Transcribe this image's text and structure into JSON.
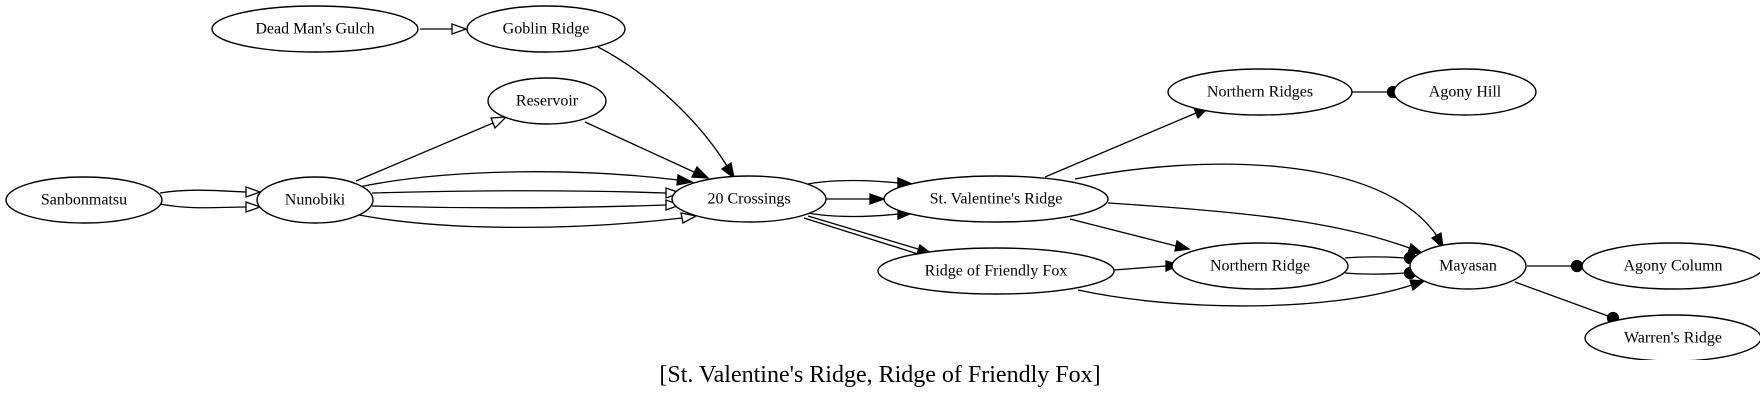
{
  "caption": "[St. Valentine's Ridge, Ridge of Friendly Fox]",
  "nodes": [
    {
      "id": "dead_mans_gulch",
      "label": "Dead Man's Gulch"
    },
    {
      "id": "goblin_ridge",
      "label": "Goblin Ridge"
    },
    {
      "id": "reservoir",
      "label": "Reservoir"
    },
    {
      "id": "sanbonmatsu",
      "label": "Sanbonmatsu"
    },
    {
      "id": "nunobiki",
      "label": "Nunobiki"
    },
    {
      "id": "crossings_20",
      "label": "20 Crossings"
    },
    {
      "id": "st_valentines_ridge",
      "label": "St. Valentine's Ridge"
    },
    {
      "id": "ridge_of_friendly_fox",
      "label": "Ridge of Friendly Fox"
    },
    {
      "id": "northern_ridges",
      "label": "Northern Ridges"
    },
    {
      "id": "agony_hill",
      "label": "Agony Hill"
    },
    {
      "id": "northern_ridge",
      "label": "Northern Ridge"
    },
    {
      "id": "mayasan",
      "label": "Mayasan"
    },
    {
      "id": "agony_column",
      "label": "Agony Column"
    },
    {
      "id": "warrens_ridge",
      "label": "Warren's Ridge"
    }
  ],
  "edges": [
    {
      "from": "dead_mans_gulch",
      "to": "goblin_ridge",
      "head": "open-arrow"
    },
    {
      "from": "goblin_ridge",
      "to": "crossings_20",
      "head": "arrow"
    },
    {
      "from": "reservoir",
      "to": "crossings_20",
      "head": "arrow"
    },
    {
      "from": "nunobiki",
      "to": "reservoir",
      "head": "open-arrow"
    },
    {
      "from": "sanbonmatsu",
      "to": "nunobiki",
      "head": "open-arrow"
    },
    {
      "from": "sanbonmatsu",
      "to": "nunobiki",
      "head": "open-arrow"
    },
    {
      "from": "nunobiki",
      "to": "crossings_20",
      "head": "arrow"
    },
    {
      "from": "nunobiki",
      "to": "crossings_20",
      "head": "open-arrow"
    },
    {
      "from": "nunobiki",
      "to": "crossings_20",
      "head": "open-arrow"
    },
    {
      "from": "nunobiki",
      "to": "crossings_20",
      "head": "open-arrow"
    },
    {
      "from": "crossings_20",
      "to": "st_valentines_ridge",
      "head": "arrow"
    },
    {
      "from": "crossings_20",
      "to": "st_valentines_ridge",
      "head": "arrow"
    },
    {
      "from": "crossings_20",
      "to": "st_valentines_ridge",
      "head": "arrow"
    },
    {
      "from": "crossings_20",
      "to": "ridge_of_friendly_fox",
      "head": "arrow"
    },
    {
      "from": "crossings_20",
      "to": "ridge_of_friendly_fox",
      "head": "arrow"
    },
    {
      "from": "st_valentines_ridge",
      "to": "northern_ridges",
      "head": "arrow"
    },
    {
      "from": "northern_ridges",
      "to": "agony_hill",
      "head": "dot"
    },
    {
      "from": "st_valentines_ridge",
      "to": "mayasan",
      "head": "arrow"
    },
    {
      "from": "st_valentines_ridge",
      "to": "mayasan",
      "head": "arrow"
    },
    {
      "from": "st_valentines_ridge",
      "to": "northern_ridge",
      "head": "arrow"
    },
    {
      "from": "ridge_of_friendly_fox",
      "to": "northern_ridge",
      "head": "arrow"
    },
    {
      "from": "ridge_of_friendly_fox",
      "to": "mayasan",
      "head": "arrow"
    },
    {
      "from": "northern_ridge",
      "to": "mayasan",
      "head": "dot"
    },
    {
      "from": "northern_ridge",
      "to": "mayasan",
      "head": "dot"
    },
    {
      "from": "mayasan",
      "to": "agony_column",
      "head": "dot"
    },
    {
      "from": "mayasan",
      "to": "warrens_ridge",
      "head": "dot"
    }
  ]
}
